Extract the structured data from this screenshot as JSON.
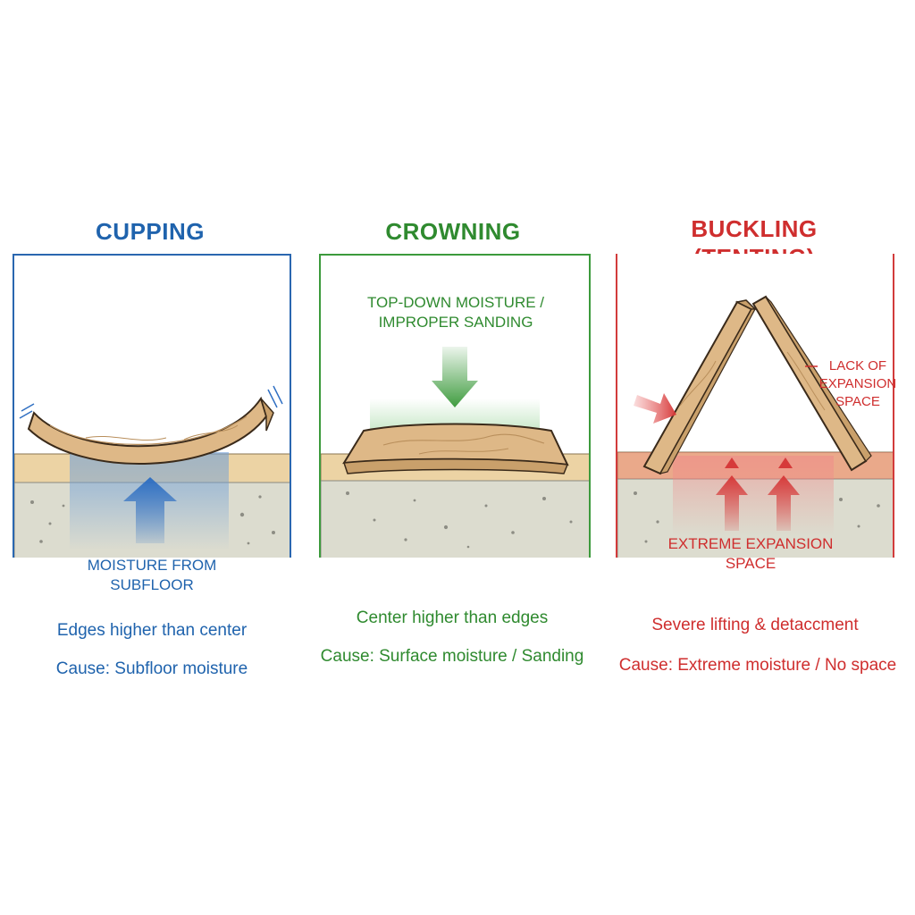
{
  "panels": {
    "cupping": {
      "title": "CUPPING",
      "arrow_label": "MOISTURE FROM SUBFLOOR",
      "description": "Edges higher than center",
      "cause": "Cause: Subfloor moisture",
      "color": "#1f63ad"
    },
    "crowning": {
      "title": "CROWNING",
      "arrow_label": "TOP-DOWN MOISTURE / IMPROPER SANDING",
      "description": "Center higher than edges",
      "cause": "Cause: Surface moisture / Sanding",
      "color": "#2f8a2f"
    },
    "buckling": {
      "title_line1": "BUCKLING",
      "title_line2": "(TENTING)",
      "side_label": "LACK OF EXPANSION SPACE",
      "arrow_label": "EXTREME EXPANSION SPACE",
      "description": "Severe lifting & detaccment",
      "cause": "Cause: Extreme moisture / No space",
      "color": "#cf2e2e"
    }
  },
  "colors": {
    "wood": "#deb887",
    "wood_dark": "#c9a06b",
    "underlay": "#ecd3a4",
    "concrete": "#dcdccf",
    "outline": "#3a2a1a"
  }
}
